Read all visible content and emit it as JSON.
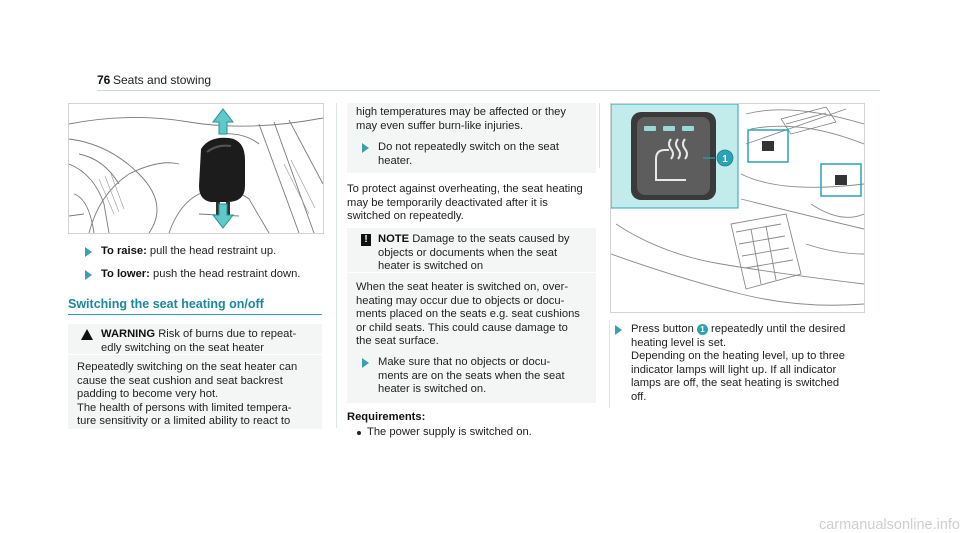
{
  "header": {
    "page_number": "76",
    "section_title": "Seats and stowing"
  },
  "col1": {
    "raise_label": "To raise:",
    "raise_text": "pull the head restraint up.",
    "lower_label": "To lower:",
    "lower_text": "push the head restraint down.",
    "section_heading": "Switching the seat heating on/off",
    "warning": {
      "label": "WARNING",
      "title_lines": [
        "Risk of burns due to repeat-",
        "edly switching on the seat heater"
      ],
      "body_lines": [
        "Repeatedly switching on the seat heater can",
        "cause the seat cushion and seat backrest",
        "padding to become very hot.",
        "The health of persons with limited tempera-",
        "ture sensitivity or a limited ability to react to"
      ]
    }
  },
  "col2": {
    "warn_cont_lines": [
      "high temperatures may be affected or they",
      "may even suffer burn-like injuries."
    ],
    "warn_step_lines": [
      "Do not repeatedly switch on the seat",
      "heater."
    ],
    "para_lines": [
      "To protect against overheating, the seat heating",
      "may be temporarily deactivated after it is",
      "switched on repeatedly."
    ],
    "note": {
      "badge": "!",
      "label": "NOTE",
      "title_lines": [
        "Damage to the seats caused by",
        "objects or documents when the seat",
        "heater is switched on"
      ],
      "body_lines": [
        "When the seat heater is switched on, over-",
        "heating may occur due to objects or docu-",
        "ments placed on the seats e.g. seat cushions",
        "or child seats. This could cause damage to",
        "the seat surface."
      ],
      "step_lines": [
        "Make sure that no objects or docu-",
        "ments are on the seats when the seat",
        "heater is switched on."
      ]
    },
    "requirements_label": "Requirements:",
    "requirement_item": "The power supply is switched on."
  },
  "col3": {
    "callout_number": "1",
    "step_lines": [
      "Press button",
      "repeatedly until the desired",
      "heating level is set.",
      "Depending on the heating level, up to three",
      "indicator lamps will light up. If all indicator",
      "lamps are off, the seat heating is switched",
      "off."
    ]
  },
  "colors": {
    "accent": "#2aa3b4",
    "callout_panel": "#c2ecec"
  },
  "watermark": "carmanualsonline.info"
}
